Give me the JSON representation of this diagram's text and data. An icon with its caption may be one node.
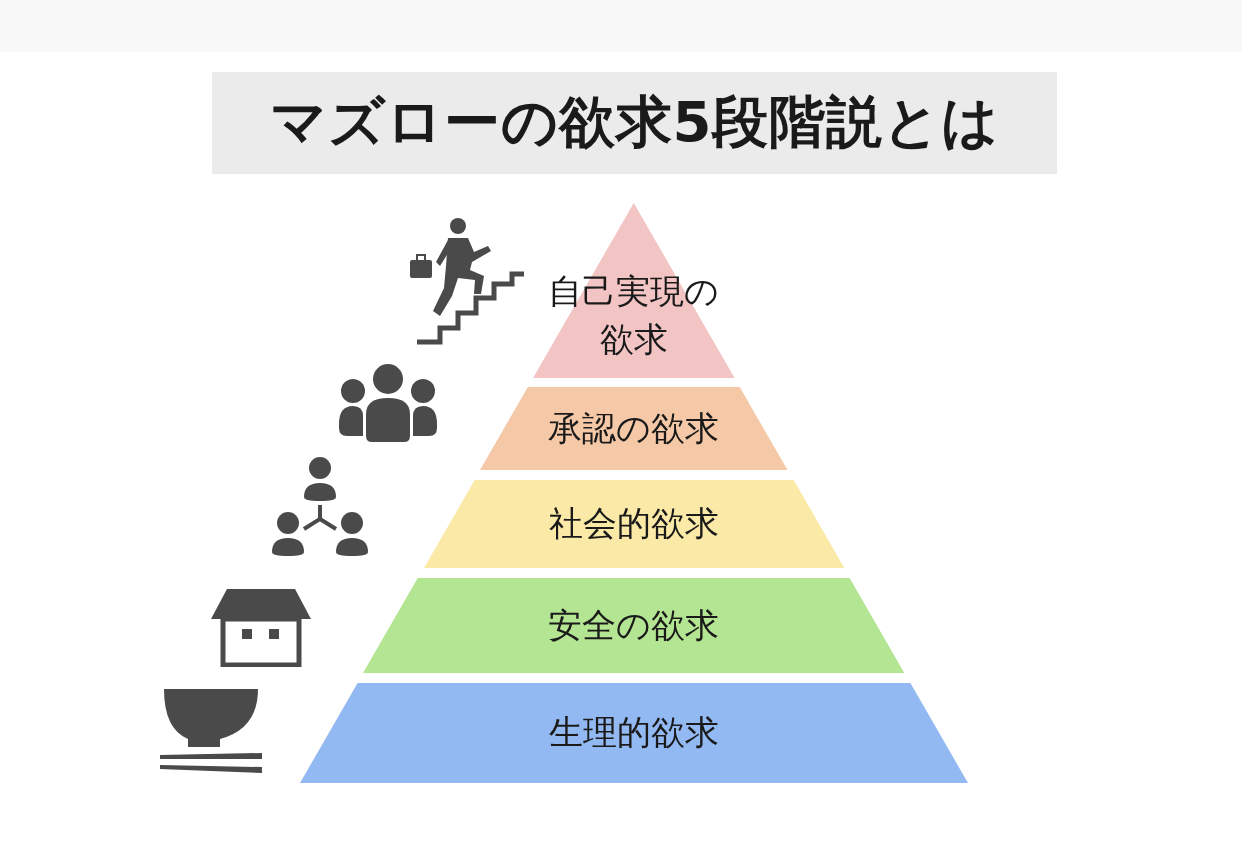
{
  "diagram": {
    "title": "マズローの欲求5段階説とは",
    "nodes": [
      {
        "text": [
          "自己実現の欲求"
        ]
      },
      {
        "text": [
          "承認の欲求"
        ]
      },
      {
        "text": [
          "社会的欲求"
        ]
      },
      {
        "text": [
          "安全の欲求"
        ]
      },
      {
        "text": [
          "生理的欲求"
        ]
      }
    ]
  }
}
